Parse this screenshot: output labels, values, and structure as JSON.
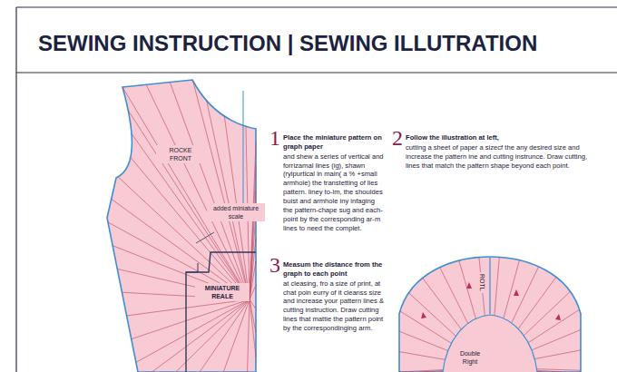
{
  "diagram": {
    "title": "SEWING INSTRUCTION | SEWING ILLUTRATION",
    "labels": [
      "1",
      "Place the miniature pattern on graph paper",
      "and shew a series of vertical and forrizamal lines (ig), shawn (rylpurtical in main( a % +small armhole) the transtetting of lies pattern. liney to-lm, the shouldes buist and armhole iny infaging the pattern-chape sug and each-point by the corresponding ar-m lines to need the complet.",
      "2",
      "Follow the illustration at left,",
      "cutting a sheet of paper a sizecf the any desired size and increase the pattern ine and cutting instrunce. Draw cutting, lines that match the pattern shape beyond each point.",
      "3",
      "Measum the distance from the graph to each point",
      "at cleasing, fro a size of print, at chat poin eurry of it cleanss size and increase your pattern lines & cutting instruction. Draw cutting lines that mattie the pattern point by the correspondinging arm.",
      "ROCKE FRONT",
      "added miniature scale",
      "MINIATURE REALE",
      "ROTL",
      "Double Right"
    ]
  }
}
